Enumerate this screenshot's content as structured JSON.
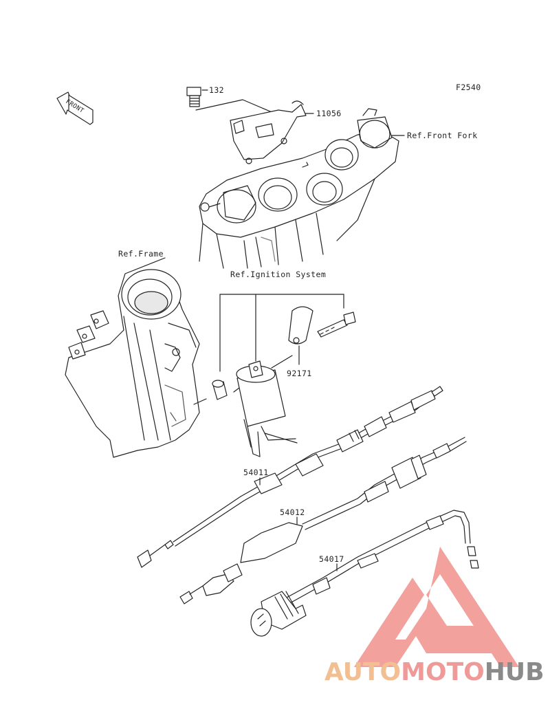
{
  "figure_code": "F2540",
  "front_label": "FRONT",
  "labels": {
    "bolt": "132",
    "bracket": "11056",
    "ref_front_fork": "Ref.Front Fork",
    "ref_frame": "Ref.Frame",
    "ref_ignition": "Ref.Ignition System",
    "clamp": "92171",
    "cable_1": "54011",
    "cable_2": "54012",
    "cable_3": "54017"
  },
  "watermark": {
    "part_auto": "AUTO",
    "part_moto": "MOTO",
    "part_hub": "HUB",
    "colors": {
      "auto": "#f2bf92",
      "moto": "#ef9a98",
      "hub": "#8a8a8a",
      "logo": "#f0908c"
    }
  },
  "colors": {
    "line": "#222222",
    "shade": "#dcdcdc"
  }
}
